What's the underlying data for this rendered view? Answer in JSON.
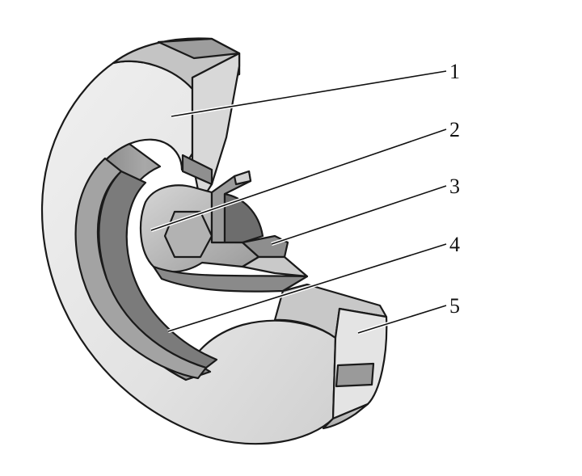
{
  "callouts": [
    {
      "id": "1",
      "label": "1"
    },
    {
      "id": "2",
      "label": "2"
    },
    {
      "id": "3",
      "label": "3"
    },
    {
      "id": "4",
      "label": "4"
    },
    {
      "id": "5",
      "label": "5"
    }
  ],
  "colors": {
    "light_face": "#e6e6e6",
    "mid_face": "#bdbdbd",
    "dark_face": "#8a8a8a",
    "darker_face": "#6e6e6e",
    "outline": "#1a1a1a",
    "background": "#ffffff"
  }
}
